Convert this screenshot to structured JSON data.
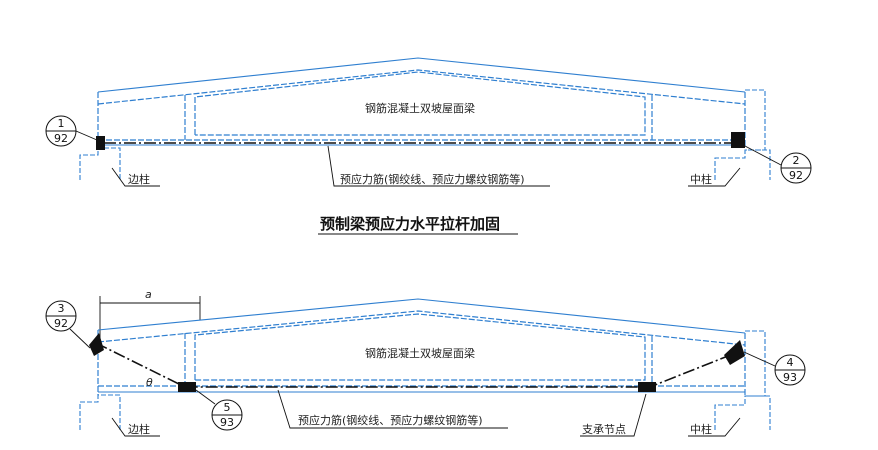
{
  "title": "预制梁预应力水平拉杆加固",
  "top": {
    "beam_label": "钢筋混凝土双坡屋面梁",
    "tendon_label": "预应力筋(钢绞线、预应力螺纹钢筋等)",
    "edge_column": "边柱",
    "mid_column": "中柱",
    "callout_left": {
      "num": "1",
      "page": "92"
    },
    "callout_right": {
      "num": "2",
      "page": "92"
    }
  },
  "bottom": {
    "beam_label": "钢筋混凝土双坡屋面梁",
    "tendon_label": "预应力筋(钢绞线、预应力螺纹钢筋等)",
    "edge_column": "边柱",
    "mid_column": "中柱",
    "support_node": "支承节点",
    "dim_a": "a",
    "angle": "θ",
    "callout_left": {
      "num": "3",
      "page": "92"
    },
    "callout_right": {
      "num": "4",
      "page": "93"
    },
    "callout_mid": {
      "num": "5",
      "page": "93"
    }
  },
  "colors": {
    "beam": "#2f7fd0",
    "ink": "#111111"
  }
}
